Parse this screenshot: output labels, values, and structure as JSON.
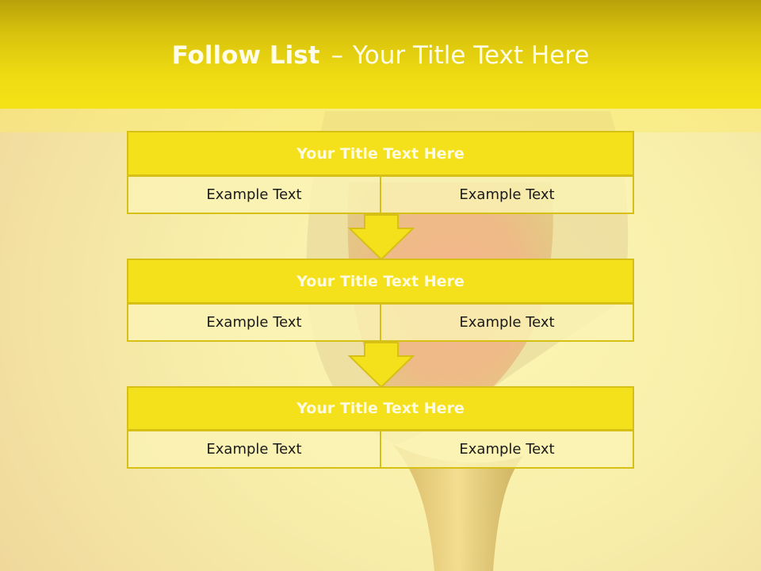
{
  "header": {
    "title_bold": "Follow List",
    "title_dash": "–",
    "title_rest": "Your Title Text Here"
  },
  "steps": [
    {
      "title": "Your Title Text Here",
      "left": "Example Text",
      "right": "Example Text"
    },
    {
      "title": "Your Title Text Here",
      "left": "Example Text",
      "right": "Example Text"
    },
    {
      "title": "Your Title Text Here",
      "left": "Example Text",
      "right": "Example Text"
    }
  ],
  "icons": [
    "down-arrow-icon"
  ],
  "colors": {
    "header": "#f5e216",
    "block_title": "#f5e01c",
    "border": "#d6c015",
    "cell": "#faf3b4"
  }
}
